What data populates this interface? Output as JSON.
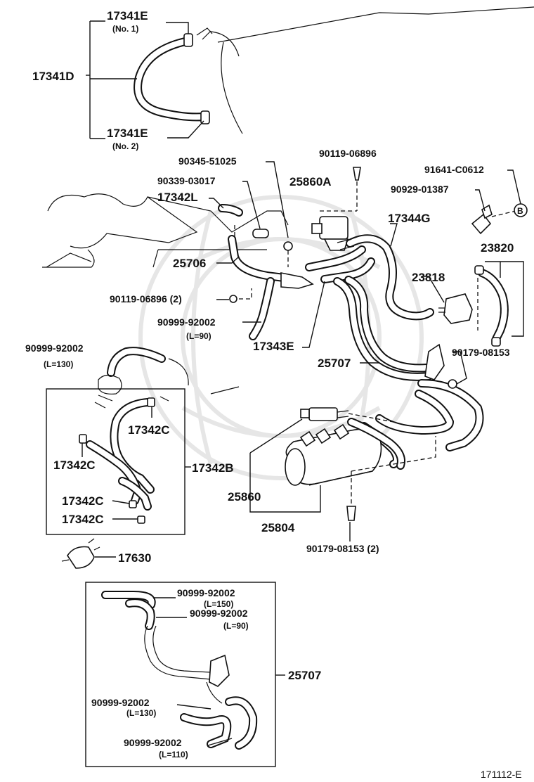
{
  "diagram_id": "171112-E",
  "labels": {
    "p17341E_1": "17341E",
    "p17341E_1_note": "(No. 1)",
    "p17341D": "17341D",
    "p17341E_2": "17341E",
    "p17341E_2_note": "(No. 2)",
    "p90345": "90345-51025",
    "p90339": "90339-03017",
    "p17342L": "17342L",
    "p90119_top": "90119-06896",
    "p25860A": "25860A",
    "p91641": "91641-C0612",
    "p90929": "90929-01387",
    "callout_b": "B",
    "p17344G": "17344G",
    "p23820": "23820",
    "p23818": "23818",
    "p25706": "25706",
    "p90119_2": "90119-06896 (2)",
    "p90999_90": "90999-92002",
    "p90999_90_note": "(L=90)",
    "p17343E": "17343E",
    "p90999_130": "90999-92002",
    "p90999_130_note": "(L=130)",
    "p25707": "25707",
    "p90179_r": "90179-08153",
    "p17342C_a": "17342C",
    "p17342C_b": "17342C",
    "p17342B": "17342B",
    "p17342C_c": "17342C",
    "p17342C_d": "17342C",
    "p25860": "25860",
    "p25804": "25804",
    "p90179_2": "90179-08153 (2)",
    "p17630": "17630",
    "d90999_150": "90999-92002",
    "d90999_150_note": "(L=150)",
    "d90999_90": "90999-92002",
    "d90999_90_note": "(L=90)",
    "d25707": "25707",
    "d90999_130": "90999-92002",
    "d90999_130_note": "(L=130)",
    "d90999_110": "90999-92002",
    "d90999_110_note": "(L=110)"
  }
}
